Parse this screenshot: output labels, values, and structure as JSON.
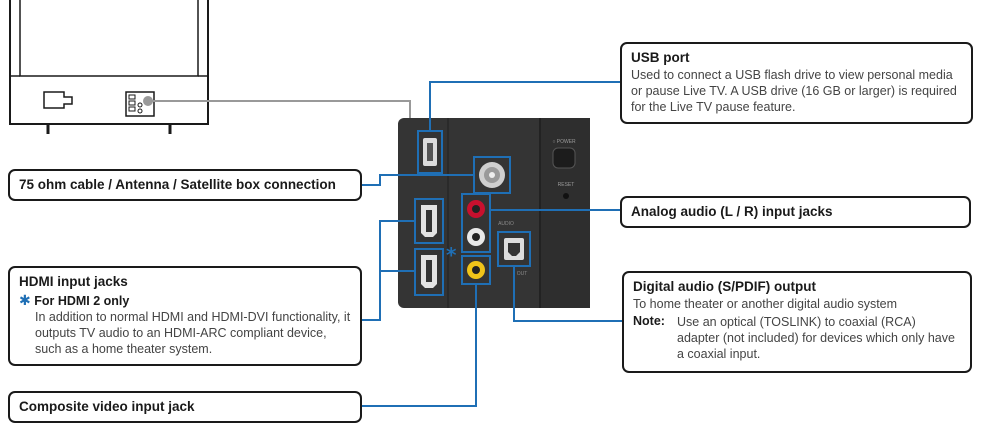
{
  "callouts": {
    "usb": {
      "title": "USB port",
      "body": "Used to connect a USB flash drive to view personal media or pause Live TV.   A USB drive (16 GB or larger) is required for the Live TV pause feature."
    },
    "antenna": {
      "title": "75 ohm cable / Antenna / Satellite box connection"
    },
    "analog_audio": {
      "title": "Analog audio (L / R) input jacks"
    },
    "hdmi": {
      "title": "HDMI input jacks",
      "star": "✱",
      "subtitle": "For HDMI 2 only",
      "body": "In addition to normal HDMI and HDMI-DVI functionality, it outputs TV audio to an HDMI-ARC compliant device, such as a home theater system."
    },
    "digital_audio": {
      "title": "Digital audio (S/PDIF) output",
      "body": "To home theater or another digital audio system",
      "note_label": "Note:",
      "note_body": "Use an optical (TOSLINK) to coaxial (RCA) adapter (not included) for devices which only have a coaxial input."
    },
    "composite": {
      "title": "Composite video input jack"
    }
  },
  "colors": {
    "accent_blue": "#1f6fb5",
    "panel": "#333333",
    "outline": "#1a1a1a"
  }
}
